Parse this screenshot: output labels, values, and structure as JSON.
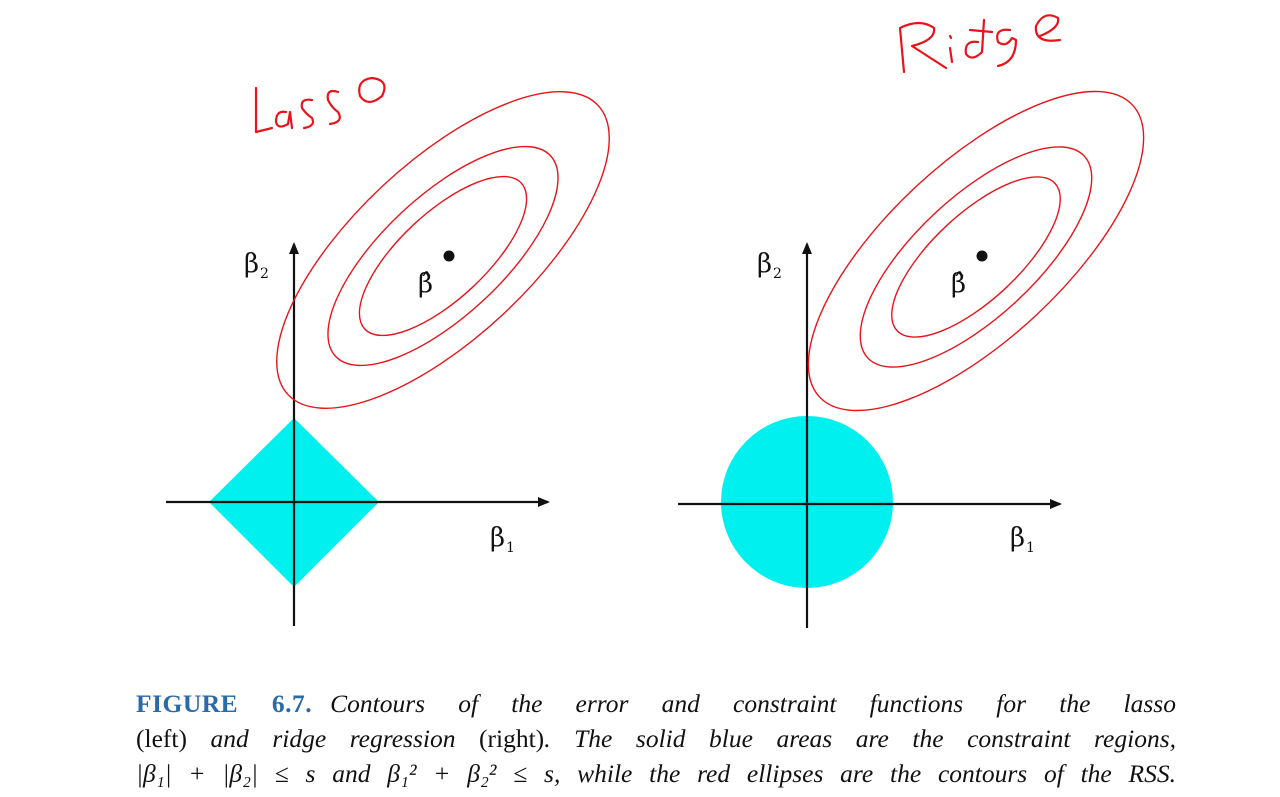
{
  "colors": {
    "constraint_fill": "#00f0f0",
    "contour_stroke": "#e8141b",
    "axis": "#111111",
    "handwriting": "#e8141b",
    "figure_label": "#2a6aa8"
  },
  "panels": {
    "left": {
      "handwritten_title": "Lasso",
      "y_axis_label": "β",
      "y_axis_sub": "2",
      "x_axis_label": "β",
      "x_axis_sub": "1",
      "estimate_label": "β̂",
      "constraint_shape": "diamond"
    },
    "right": {
      "handwritten_title": "Ridge",
      "y_axis_label": "β",
      "y_axis_sub": "2",
      "x_axis_label": "β",
      "x_axis_sub": "1",
      "estimate_label": "β̂",
      "constraint_shape": "circle"
    }
  },
  "caption": {
    "label": "FIGURE 6.7.",
    "line1": "Contours of the error and constraint functions for the lasso",
    "line2_a": "(left)",
    "line2_b": " and ridge regression ",
    "line2_c": "(right)",
    "line2_d": ". The solid blue areas are the constraint regions,",
    "line3": "|β₁| + |β₂| ≤ s and β₁² + β₂² ≤ s, while the red ellipses are the contours of the RSS."
  }
}
